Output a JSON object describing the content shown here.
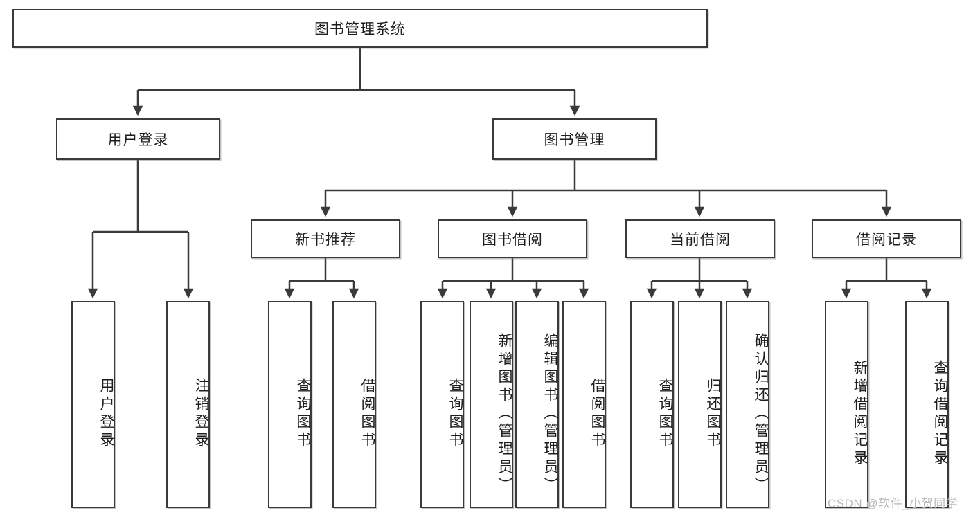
{
  "diagram": {
    "title": "图书管理系统",
    "type": "tree-hierarchy-chart",
    "root": {
      "label": "图书管理系统"
    },
    "level2": [
      {
        "label": "用户登录"
      },
      {
        "label": "图书管理"
      }
    ],
    "level3": [
      {
        "label": "新书推荐"
      },
      {
        "label": "图书借阅"
      },
      {
        "label": "当前借阅"
      },
      {
        "label": "借阅记录"
      }
    ],
    "leaves": {
      "user_login": [
        {
          "label": "用户登录"
        },
        {
          "label": "注销登录"
        }
      ],
      "new_book_recommend": [
        {
          "label": "查询图书"
        },
        {
          "label": "借阅图书"
        }
      ],
      "book_borrow": [
        {
          "label": "查询图书"
        },
        {
          "label": "新增图书（管理员）"
        },
        {
          "label": "编辑图书（管理员）"
        },
        {
          "label": "借阅图书"
        }
      ],
      "current_borrow": [
        {
          "label": "查询图书"
        },
        {
          "label": "归还图书"
        },
        {
          "label": "确认归还（管理员）"
        }
      ],
      "borrow_record": [
        {
          "label": "新增借阅记录"
        },
        {
          "label": "查询借阅记录"
        }
      ]
    }
  },
  "watermark": {
    "text": "CSDN @软件_小贺同学"
  },
  "colors": {
    "stroke": "#3a3a3a",
    "background": "#ffffff",
    "text": "#1d1d1d",
    "watermark": "#b9b9b9"
  }
}
